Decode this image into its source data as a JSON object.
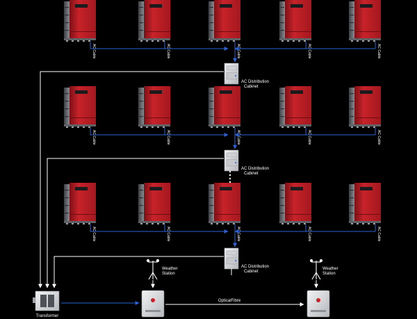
{
  "diagram": {
    "background": "#000000",
    "colors": {
      "inverter_body": "#b71c22",
      "inverter_side": "#6a6d72",
      "ac_line": "#2b63d6",
      "power_line": "#ffffff",
      "cabinet": "#e7e8ea",
      "box": "#d7d9dc"
    },
    "inverter_rows": [
      {
        "inverter_count": 5,
        "cable_label": "AC Cable",
        "cabinet_label_line1": "AC Distribution",
        "cabinet_label_line2": "Cabinet"
      },
      {
        "inverter_count": 5,
        "cable_label": "AC Cable",
        "cabinet_label_line1": "AC Distribution",
        "cabinet_label_line2": "Cabinet"
      },
      {
        "inverter_count": 5,
        "cable_label": "AC Cable",
        "cabinet_label_line1": "AC Distribution",
        "cabinet_label_line2": "Cabinet"
      }
    ],
    "weather_station_left": {
      "line1": "Weather",
      "line2": "Station"
    },
    "weather_station_right": {
      "line1": "Weather",
      "line2": "Station"
    },
    "transformer_label": "Transformer",
    "fibre_label": "OpticalFibre"
  }
}
